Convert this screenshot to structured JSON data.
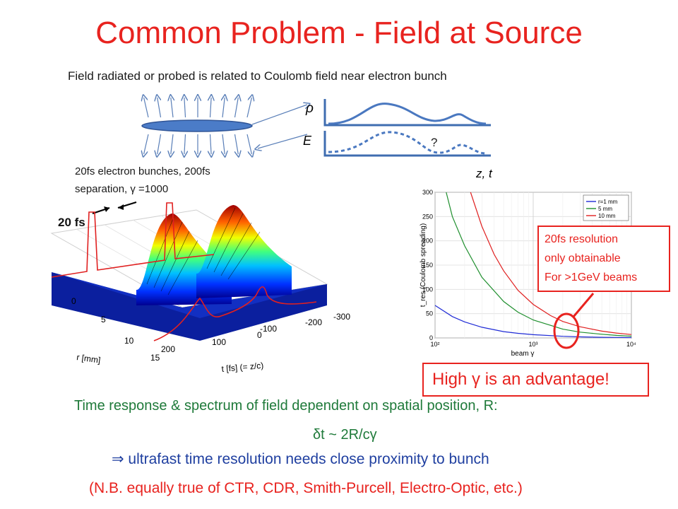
{
  "slide": {
    "title": "Common Problem - Field at Source",
    "subtitle": "Field radiated or probed is related to Coulomb field near electron bunch",
    "bunch_caption_line1": "20fs electron bunches, 200fs",
    "bunch_caption_line2": "separation, γ =1000",
    "fs_label": "20 fs",
    "rho_symbol": "ρ",
    "e_symbol": "E",
    "question_mark": "?",
    "zt_label": "z, t",
    "resolution_note": [
      "20fs resolution",
      "only obtainable",
      "For >1GeV beams"
    ],
    "advantage_note": "High γ is an advantage!",
    "time_response": "Time response & spectrum of field dependent on spatial position, R:",
    "dt_formula": "δt ~ 2R/cγ",
    "ultrafast": "⇒ ultrafast time resolution needs close proximity to bunch",
    "nb": "(N.B.  equally true of CTR, CDR, Smith-Purcell, Electro-Optic, etc.)"
  },
  "surface_plot": {
    "r_axis_label": "r [mm]",
    "t_axis_label": "t [fs] (= z/c)",
    "r_ticks": [
      "0",
      "5",
      "10",
      "15"
    ],
    "t_ticks": [
      "200",
      "100",
      "0",
      "-100",
      "-200",
      "-300"
    ]
  },
  "chart_data": {
    "type": "line",
    "title": "",
    "xlabel": "beam γ",
    "ylabel": "t_res (Coulomb spreading)",
    "xscale": "log",
    "xlim": [
      100,
      10000
    ],
    "ylim": [
      0,
      300
    ],
    "x_ticks": [
      "10²",
      "10³",
      "10⁴"
    ],
    "y_ticks": [
      "0",
      "50",
      "100",
      "150",
      "200",
      "250",
      "300"
    ],
    "grid": true,
    "legend": "top-right",
    "series": [
      {
        "name": "r=1 mm",
        "color": "#1f2bd6",
        "x": [
          100,
          150,
          200,
          300,
          500,
          700,
          1000,
          2000,
          3000,
          5000,
          7000,
          10000
        ],
        "y": [
          67,
          44,
          33,
          22,
          13,
          9.5,
          6.7,
          3.3,
          2.2,
          1.3,
          1,
          0.7
        ]
      },
      {
        "name": "5 mm",
        "color": "#1f8f2e",
        "x": [
          130,
          150,
          200,
          300,
          500,
          700,
          1000,
          2000,
          3000,
          5000,
          7000,
          10000
        ],
        "y": [
          300,
          250,
          190,
          125,
          75,
          53,
          37,
          18,
          12,
          7.5,
          5.3,
          3.7
        ]
      },
      {
        "name": "10 mm",
        "color": "#e02020",
        "x": [
          230,
          300,
          400,
          500,
          700,
          1000,
          1500,
          2000,
          3000,
          5000,
          7000,
          10000
        ],
        "y": [
          300,
          230,
          172,
          138,
          98,
          69,
          46,
          34,
          23,
          14,
          10,
          7
        ]
      }
    ]
  }
}
